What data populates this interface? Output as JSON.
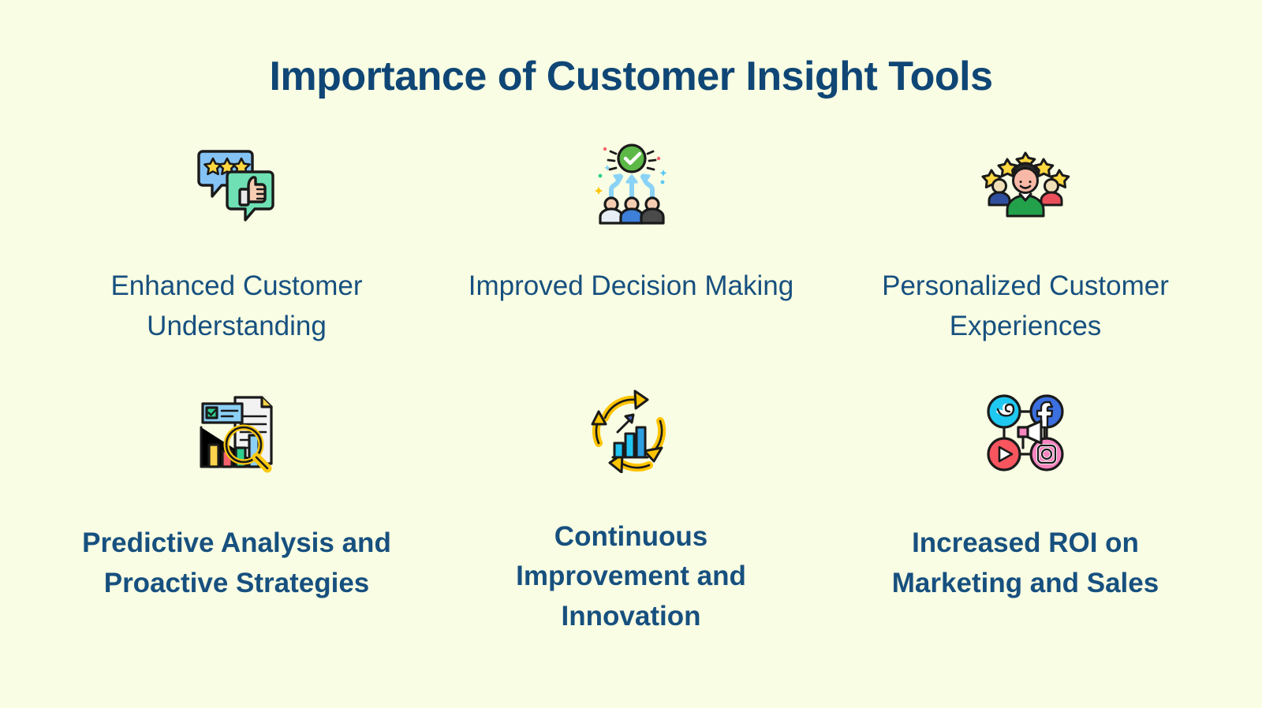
{
  "meta": {
    "background_color": "#f8fde3",
    "accent_color": "#0f4675",
    "label_color": "#17507f"
  },
  "header": {
    "title": "Importance of Customer Insight Tools"
  },
  "grid": {
    "rows": [
      {
        "items": [
          {
            "icon": "speech-bubbles-rating-icon",
            "label": "Enhanced Customer Understanding"
          },
          {
            "icon": "team-decision-check-icon",
            "label": "Improved Decision Making"
          },
          {
            "icon": "five-star-customer-icon",
            "label": "Personalized Customer Experiences"
          }
        ]
      },
      {
        "items": [
          {
            "icon": "document-chart-magnifier-icon",
            "label": "Predictive Analysis and Proactive Strategies"
          },
          {
            "icon": "cycle-growth-chart-icon",
            "label": "Continuous Improvement and Innovation"
          },
          {
            "icon": "social-media-megaphone-icon",
            "label": "Increased ROI on Marketing and Sales"
          }
        ]
      }
    ]
  },
  "icon_colors": {
    "outline": "#1a1a1a",
    "blue_bubble": "#85c3f5",
    "green_bubble": "#6fe0b4",
    "star_yellow": "#ffd740",
    "skin": "#f7cdb2",
    "green": "#5cb947",
    "person_blue": "#3d7fd9",
    "person_dark": "#4a4a4a",
    "person_white": "#e8eef5",
    "shirt_green": "#23a04a",
    "bar_yellow": "#fcd34b",
    "bar_red": "#f4616b",
    "bar_green": "#2ecf8f",
    "bar_blue": "#8cd0f5",
    "magnifier_yellow": "#fcc810",
    "cycle_yellow": "#ffc400",
    "chart_cyan": "#22c4f2",
    "chart_blue": "#2e9fe0",
    "twitter": "#1fc8f0",
    "facebook": "#3c6fe0",
    "youtube": "#f8555f",
    "instagram": "#f785c0"
  }
}
